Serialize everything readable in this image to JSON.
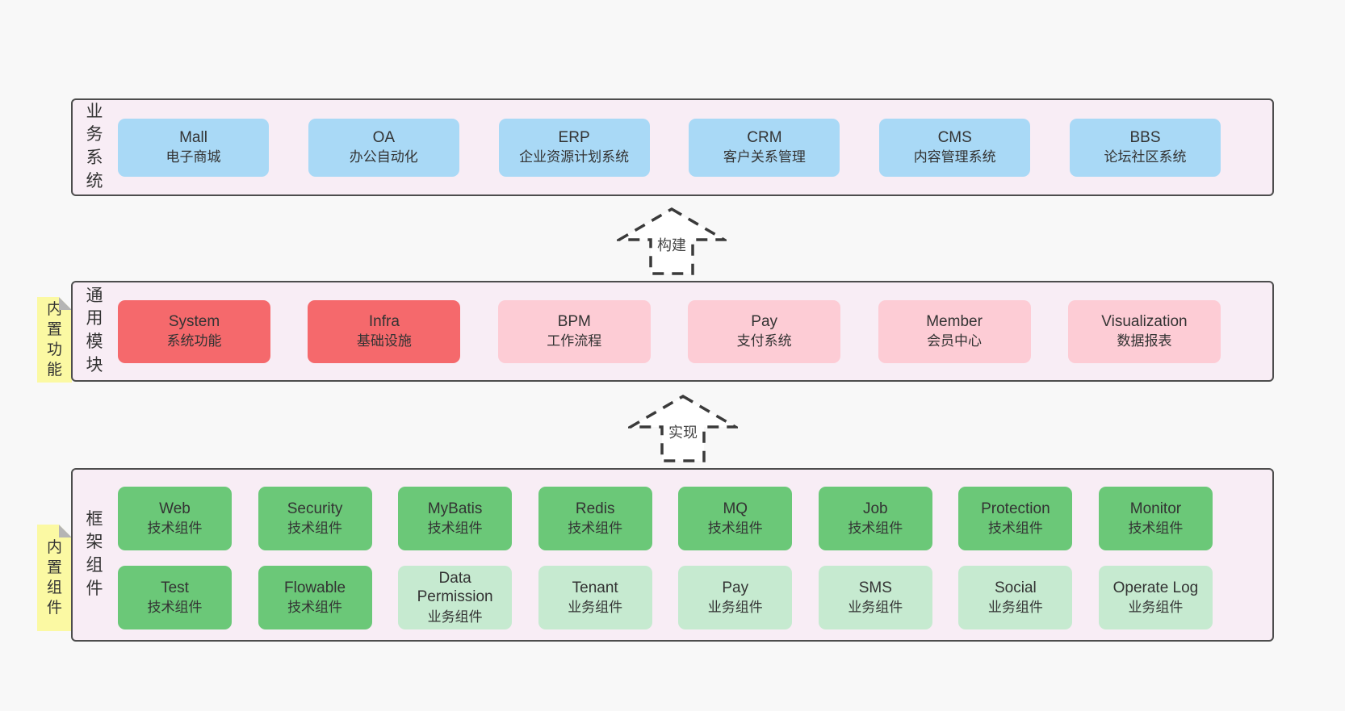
{
  "palette": {
    "page_bg": "#f8f8f8",
    "band_bg": "#f8edf5",
    "band_border": "#4d4d4d",
    "blue_box": "#a9d9f6",
    "red_box": "#f5696c",
    "pink_box": "#fdccd5",
    "green_box": "#6bc878",
    "light_green_box": "#c6ead0",
    "sticky_yellow": "#fbf9a3",
    "sticky_fold_gray": "#b5b5b5",
    "text": "#333333"
  },
  "arrows": [
    {
      "label": "构建"
    },
    {
      "label": "实现"
    }
  ],
  "bands": [
    {
      "label": "业务系统",
      "boxes": [
        {
          "title": "Mall",
          "subtitle": "电子商城"
        },
        {
          "title": "OA",
          "subtitle": "办公自动化"
        },
        {
          "title": "ERP",
          "subtitle": "企业资源计划系统"
        },
        {
          "title": "CRM",
          "subtitle": "客户关系管理"
        },
        {
          "title": "CMS",
          "subtitle": "内容管理系统"
        },
        {
          "title": "BBS",
          "subtitle": "论坛社区系统"
        }
      ]
    },
    {
      "label": "通用模块",
      "sticky": "内置功能",
      "boxes": [
        {
          "title": "System",
          "subtitle": "系统功能"
        },
        {
          "title": "Infra",
          "subtitle": "基础设施"
        },
        {
          "title": "BPM",
          "subtitle": "工作流程"
        },
        {
          "title": "Pay",
          "subtitle": "支付系统"
        },
        {
          "title": "Member",
          "subtitle": "会员中心"
        },
        {
          "title": "Visualization",
          "subtitle": "数据报表"
        }
      ]
    },
    {
      "label": "框架组件",
      "sticky": "内置组件",
      "rows": [
        [
          {
            "title": "Web",
            "subtitle": "技术组件"
          },
          {
            "title": "Security",
            "subtitle": "技术组件"
          },
          {
            "title": "MyBatis",
            "subtitle": "技术组件"
          },
          {
            "title": "Redis",
            "subtitle": "技术组件"
          },
          {
            "title": "MQ",
            "subtitle": "技术组件"
          },
          {
            "title": "Job",
            "subtitle": "技术组件"
          },
          {
            "title": "Protection",
            "subtitle": "技术组件"
          },
          {
            "title": "Monitor",
            "subtitle": "技术组件"
          }
        ],
        [
          {
            "title": "Test",
            "subtitle": "技术组件"
          },
          {
            "title": "Flowable",
            "subtitle": "技术组件"
          },
          {
            "title": "Data Permission",
            "subtitle": "业务组件"
          },
          {
            "title": "Tenant",
            "subtitle": "业务组件"
          },
          {
            "title": "Pay",
            "subtitle": "业务组件"
          },
          {
            "title": "SMS",
            "subtitle": "业务组件"
          },
          {
            "title": "Social",
            "subtitle": "业务组件"
          },
          {
            "title": "Operate Log",
            "subtitle": "业务组件"
          }
        ]
      ]
    }
  ]
}
